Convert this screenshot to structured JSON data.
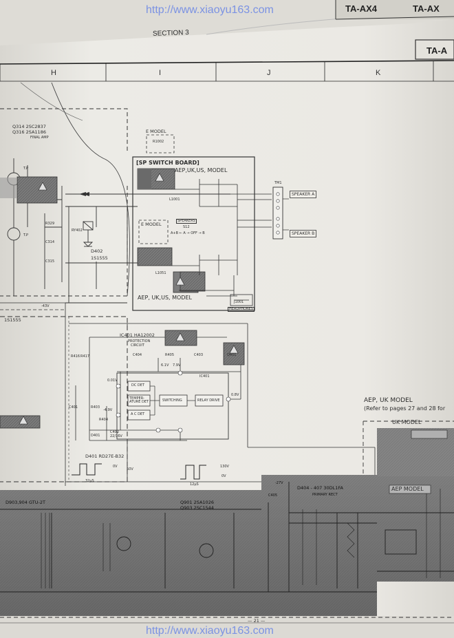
{
  "header": {
    "model_main": "TA-AX4",
    "model_right": "TA-AX",
    "model_tab": "TA-A",
    "section": "SECTION 3",
    "watermark_top": "http://www.xiaoyu163.com",
    "watermark_bottom": "http://www.xiaoyu163.com",
    "page_number": "— 21 —"
  },
  "columns": [
    "H",
    "I",
    "J",
    "K"
  ],
  "labels": {
    "q314": "Q314  2SC2837",
    "q316": "Q316  2SA1186",
    "final_amp": "FINAL AMP",
    "e_model_1": "E MODEL",
    "r1002": "R1002",
    "sp_switch_board": "[SP SWITCH BOARD]",
    "aep_uk_us_1": "AEP,UK,US, MODEL",
    "e_model_2": "E MODEL",
    "aep_uk_us_2": "AEP, UK,US, MODEL",
    "speakers": "SPEAKERS",
    "s12": "S12",
    "speaker_mode": "A+B ← A → OFF → B",
    "speaker_a": "SPEAKER A",
    "speaker_b": "SPEAKER B",
    "headphones": "HEADPHONES",
    "j1001": "J1001",
    "tm1": "TM1",
    "l1001": "L1001",
    "l1051": "L1051",
    "rl402": "RY402",
    "d402": "D402",
    "d402_part": "1S1555",
    "is1555_left": "1S1555",
    "ic401": "IC401  HA12002",
    "protection": "PROTECTION",
    "circuit": "CIRCUIT",
    "ic401_small": "IC401",
    "dc_det": "DC DET",
    "temp_det": "TEMPER-\nATURE DET",
    "switching": "SWITCHING",
    "relay_drive": "RELAY DRIVE",
    "ac_det": "A C DET",
    "d401": "D401",
    "d401_part": "D401   RD27E-B32",
    "wave_50": "50V",
    "wave_0": "0V",
    "wave_32": "32μS",
    "wave_130": "130V",
    "wave_12": "12μS",
    "aep_uk_model": "AEP, UK MODEL",
    "refer_pages": "(Refer to pages 27 and 28 for",
    "uk_model": "UK MODEL",
    "aep_model": "AEP MODEL",
    "q901": "Q901  2SA1026",
    "q903": "Q903  2SC1544",
    "d903": "D903,904  GTU-2T",
    "d404": "D404 - 407  30DL1FA",
    "primary_rect": "PRIMARY RECT",
    "c314": "C314",
    "c315": "C315",
    "c404": "C404",
    "c403": "C403",
    "c405": "C405",
    "c401": "C401",
    "c402": "C402",
    "r403": "R403",
    "r404": "R404",
    "r405": "R405",
    "r416": "R416",
    "r417": "R417",
    "q401": "Q401",
    "minus43v": "-43V",
    "v01": "0.01V",
    "v08": "0.8V",
    "v6": "6.1V",
    "v79": "7.9V",
    "minus49": "-4.9V",
    "minus27": "-27V",
    "v22": "22/16V",
    "r329": "R329",
    "t_p1": "T.P",
    "t_p2": "T.P"
  },
  "colors": {
    "ink": "#2b2b2b",
    "paper": "#e9e7e2",
    "shade": "#6d6d6d",
    "watermark": "#6a86e6"
  }
}
